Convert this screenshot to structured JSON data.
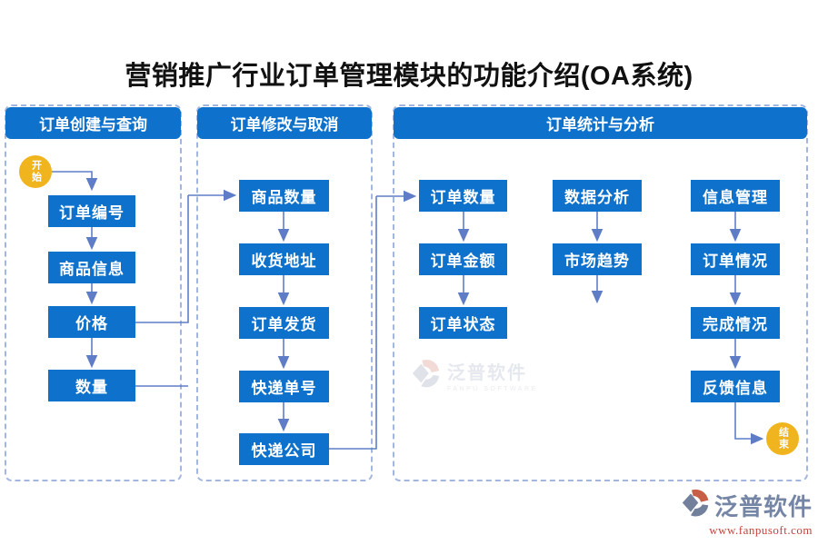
{
  "title": "营销推广行业订单管理模块的功能介绍(OA系统)",
  "terminals": {
    "start": "开始",
    "end": "结束"
  },
  "sections": [
    {
      "header": "订单创建与查询",
      "nodes": [
        "订单编号",
        "商品信息",
        "价格",
        "数量"
      ]
    },
    {
      "header": "订单修改与取消",
      "nodes": [
        "商品数量",
        "收货地址",
        "订单发货",
        "快递单号",
        "快递公司"
      ]
    },
    {
      "header": "订单统计与分析",
      "columns": [
        {
          "nodes": [
            "订单数量",
            "订单金额",
            "订单状态"
          ]
        },
        {
          "nodes": [
            "数据分析",
            "市场趋势"
          ]
        },
        {
          "nodes": [
            "信息管理",
            "订单情况",
            "完成情况",
            "反馈信息"
          ]
        }
      ]
    }
  ],
  "watermark_center": {
    "brand": "泛普软件",
    "tagline": "FANPU SOFTWARE"
  },
  "footer_watermark": {
    "brand": "泛普软件",
    "url": "www.fanpusoft.com"
  },
  "colors": {
    "node_blue": "#0e72cc",
    "connector_blue": "#5f7dc7",
    "dashed_border": "#a3b6e0",
    "terminal_gold": "#f0b41e",
    "footer_url_red": "#c0443a"
  }
}
